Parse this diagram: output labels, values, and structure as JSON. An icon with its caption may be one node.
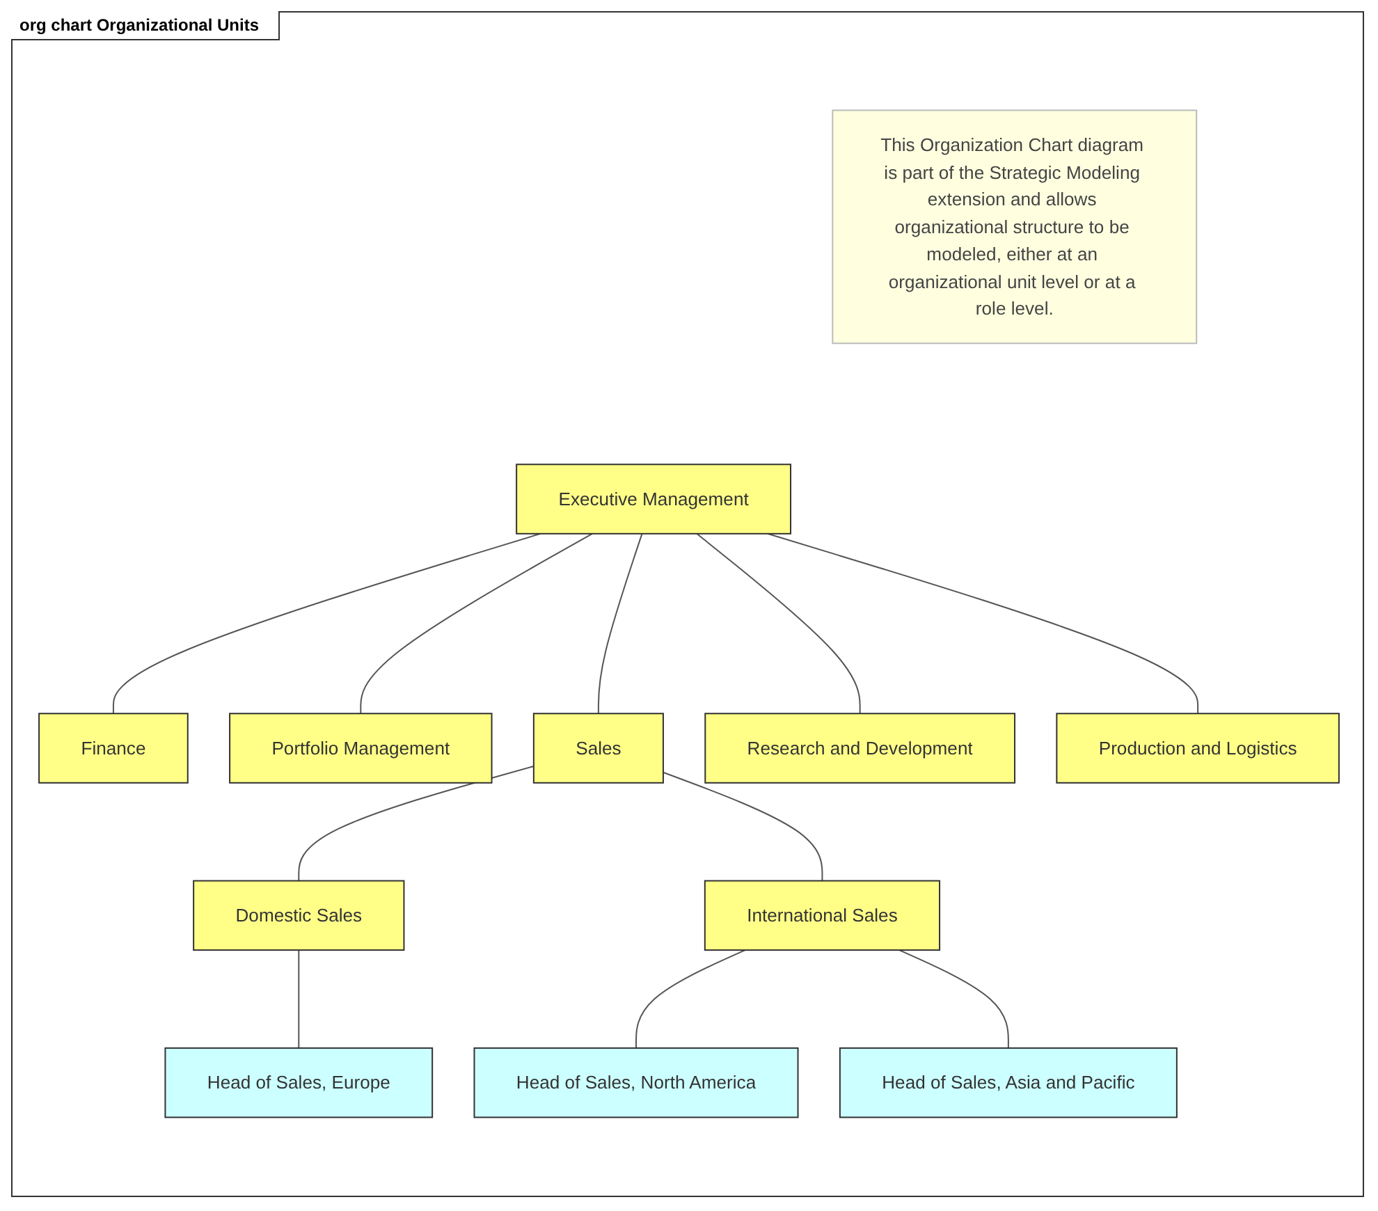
{
  "diagram": {
    "title": "org chart Organizational Units",
    "nodes": [
      {
        "text": [
          "Executive Management"
        ]
      },
      {
        "text": [
          "This Organization Chart diagram is part of the Strategic Modeling extension and allows organizational structure to be modeled, either at an organizational unit level or at a role level."
        ]
      },
      {
        "text": [
          "Finance"
        ]
      },
      {
        "text": [
          "Portfolio Management"
        ]
      },
      {
        "text": [
          "Sales"
        ]
      },
      {
        "text": [
          "Research and Development"
        ]
      },
      {
        "text": [
          "Production and Logistics"
        ]
      },
      {
        "text": [
          "Domestic Sales"
        ]
      },
      {
        "text": [
          "International Sales"
        ]
      },
      {
        "text": [
          "Head of Sales, Europe"
        ]
      },
      {
        "text": [
          "Head of Sales, North America"
        ]
      },
      {
        "text": [
          "Head of Sales, Asia and Pacific"
        ]
      }
    ],
    "edges": [
      {
        "from": 0,
        "to": 2,
        "arrow": "none"
      },
      {
        "from": 0,
        "to": 3,
        "arrow": "none"
      },
      {
        "from": 0,
        "to": 4,
        "arrow": "none"
      },
      {
        "from": 0,
        "to": 5,
        "arrow": "none"
      },
      {
        "from": 0,
        "to": 6,
        "arrow": "none"
      },
      {
        "from": 4,
        "to": 7,
        "arrow": "none"
      },
      {
        "from": 4,
        "to": 8,
        "arrow": "none"
      },
      {
        "from": 7,
        "to": 9,
        "arrow": "none"
      },
      {
        "from": 8,
        "to": 10,
        "arrow": "none"
      },
      {
        "from": 8,
        "to": 11,
        "arrow": "none"
      }
    ]
  }
}
